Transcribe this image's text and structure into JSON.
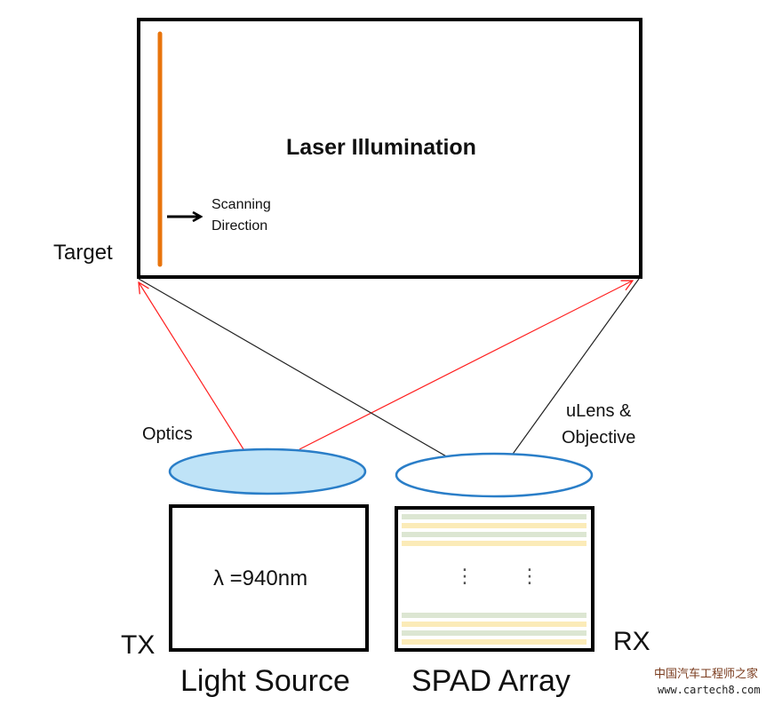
{
  "target_box": {
    "title": "Laser Illumination",
    "scan_label_line1": "Scanning",
    "scan_label_line2": "Direction",
    "target_label": "Target"
  },
  "tx": {
    "optics_label": "Optics",
    "wavelength_label": "λ =940nm",
    "side_label": "TX",
    "caption": "Light Source"
  },
  "rx": {
    "lens_label_line1": "uLens &",
    "lens_label_line2": "Objective",
    "dots_left": "⋮",
    "dots_right": "⋮",
    "side_label": "RX",
    "caption": "SPAD Array"
  },
  "watermark": {
    "line1": "中国汽车工程师之家",
    "line2": "www.cartech8.com"
  },
  "colors": {
    "laser_line": "#E8740C",
    "tx_ray": "#FF2020",
    "rx_ray": "#222222",
    "lens_stroke": "#2A7EC8",
    "optics_fill": "#BFE3F7",
    "stripe_green": "#DCE6D2",
    "stripe_yellow": "#FBEBB8"
  }
}
